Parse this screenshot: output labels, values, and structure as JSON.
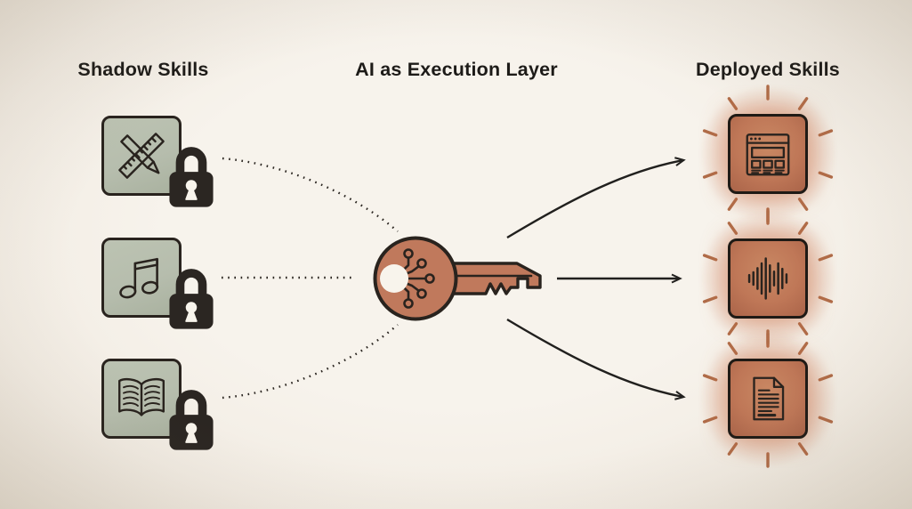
{
  "titles": {
    "left": "Shadow Skills",
    "center": "AI as Execution Layer",
    "right": "Deployed Skills"
  },
  "shadow_skills": {
    "items": [
      {
        "icon": "pencil-ruler-icon",
        "badge": "padlock-icon"
      },
      {
        "icon": "music-note-icon",
        "badge": "padlock-icon"
      },
      {
        "icon": "open-book-icon",
        "badge": "padlock-icon"
      }
    ]
  },
  "execution_layer": {
    "icon": "circuit-key-icon"
  },
  "deployed_skills": {
    "items": [
      {
        "icon": "browser-window-icon"
      },
      {
        "icon": "audio-waveform-icon",
        "bars": [
          10,
          18,
          30,
          44,
          58,
          38,
          20,
          44,
          28,
          12
        ]
      },
      {
        "icon": "document-icon"
      }
    ]
  },
  "connectors": {
    "left_style": "dotted-curve",
    "right_style": "solid-arrow-curve"
  },
  "colors": {
    "background": "#f5f0e8",
    "sage": "#b6bdad",
    "terracotta": "#c0795c",
    "outline": "#29231e",
    "lock": "#2b2622",
    "ray": "#b06c48",
    "text": "#1d1b18"
  }
}
